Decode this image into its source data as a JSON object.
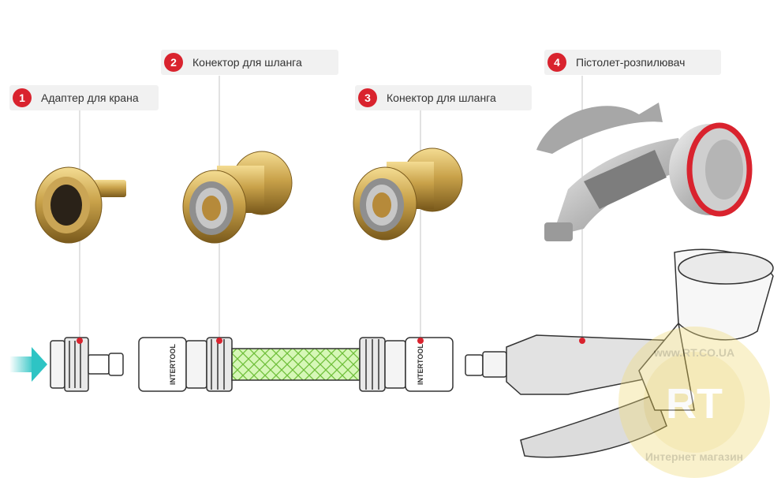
{
  "labels": [
    {
      "number": "1",
      "text": "Адаптер для крана"
    },
    {
      "number": "2",
      "text": "Конектор для шланга"
    },
    {
      "number": "3",
      "text": "Конектор для шланга"
    },
    {
      "number": "4",
      "text": "Пістолет-розпилювач"
    }
  ],
  "brand_marks": [
    "INTERTOOL",
    "INTERTOOL"
  ],
  "watermark": {
    "url_text": "www.RT.CO.UA",
    "shop_text": "Интернет магазин",
    "logo": "RT"
  },
  "colors": {
    "accent": "#d9232e",
    "brass": "#c9a24a",
    "hose": "#b8f28a",
    "arrow": "#2ec4c4"
  }
}
